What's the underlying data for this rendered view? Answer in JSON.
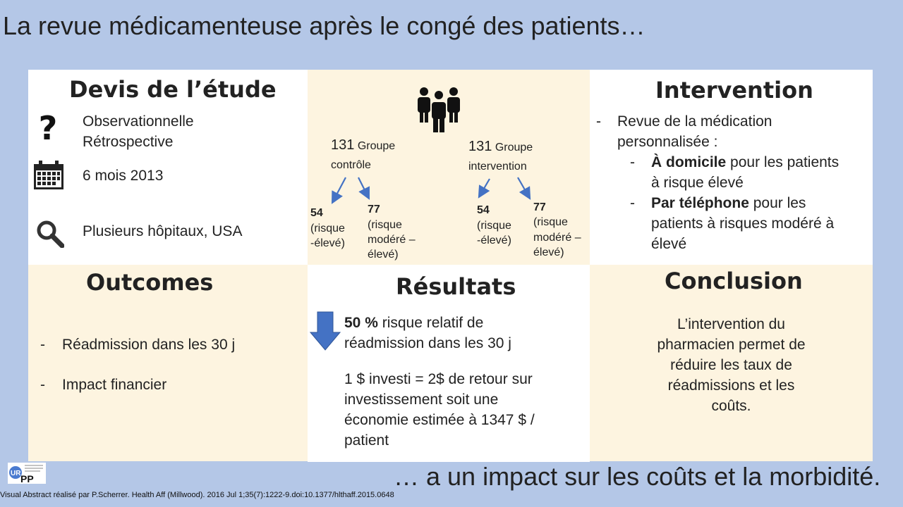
{
  "title": "La revue médicamenteuse après le congé des patients…",
  "design": {
    "heading": "Devis de l’étude",
    "type_line1": "Observationnelle",
    "type_line2": "Rétrospective",
    "period": "6 mois 2013",
    "location": "Plusieurs hôpitaux, USA",
    "icons": [
      "question-icon",
      "calendar-icon",
      "magnifier-icon"
    ]
  },
  "groups": {
    "control": {
      "count": "131",
      "label_line1": "Groupe",
      "label_line2": "contrôle",
      "high_count": "54",
      "high_line1": "(risque",
      "high_line2": "-élevé)",
      "mod_count": "77",
      "mod_line1": "(risque",
      "mod_line2": "modéré –",
      "mod_line3": "élevé)"
    },
    "intervention": {
      "count": "131",
      "label_line1": "Groupe",
      "label_line2": "intervention",
      "high_count": "54",
      "high_line1": "(risque",
      "high_line2": "-élevé)",
      "mod_count": "77",
      "mod_line1": "(risque",
      "mod_line2": "modéré –",
      "mod_line3": "élevé)"
    }
  },
  "intervention": {
    "heading": "Intervention",
    "line1": "Revue de la médication",
    "line2": "personnalisée   :",
    "sub1_bold": "À domicile",
    "sub1_rest": " pour les patients",
    "sub1_line2": "à risque élevé",
    "sub2_bold": "Par téléphone",
    "sub2_rest": " pour les",
    "sub2_line2": "patients à risques modéré à",
    "sub2_line3": "élevé"
  },
  "outcomes": {
    "heading": "Outcomes",
    "item1": "Réadmission dans les 30 j",
    "item2": "Impact financier"
  },
  "results": {
    "heading": "Résultats",
    "r1_bold": "50 %",
    "r1_rest": " risque relatif de",
    "r1_line2": "réadmission dans les 30 j",
    "r2_line1": "1 $ investi = 2$ de retour sur",
    "r2_line2": "investissement soit une",
    "r2_line3": "économie estimée à 1347 $ /",
    "r2_line4": "patient"
  },
  "conclusion": {
    "heading": "Conclusion",
    "line1": "L’intervention du",
    "line2": "pharmacien permet de",
    "line3": "réduire les taux de",
    "line4": "réadmissions et les",
    "line5": "coûts."
  },
  "tagline": "… a un impact sur les coûts et la morbidité.",
  "footer": "Visual Abstract réalisé par P.Scherrer. Health Aff (Millwood). 2016 Jul 1;35(7):1222-9.doi:10.1377/hlthaff.2015.0648",
  "logo_text": "URPP",
  "colors": {
    "background": "#b4c7e7",
    "cream": "#fdf4e0",
    "arrow_blue": "#4472c4"
  }
}
